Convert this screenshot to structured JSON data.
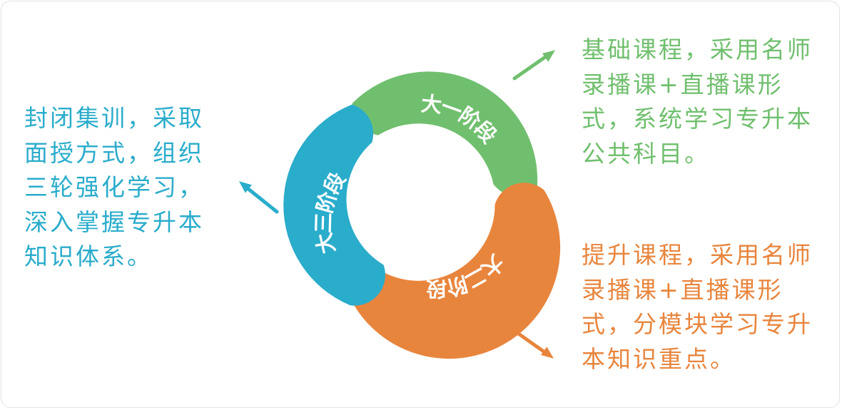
{
  "colors": {
    "stage1": "#70bf6e",
    "stage2": "#e8853d",
    "stage3": "#2aaccb",
    "label_text": "#ffffff",
    "frame_border": "#e3e3e3"
  },
  "stages": [
    {
      "label": "大一阶段",
      "color": "#70bf6e",
      "description": "基础课程，采用名师录播课+直播课形式，系统学习专升本公共科目。"
    },
    {
      "label": "大二阶段",
      "color": "#e8853d",
      "description": "提升课程，采用名师录播课+直播课形式，分模块学习专升本知识重点。"
    },
    {
      "label": "大三阶段",
      "color": "#2aaccb",
      "description": "封闭集训，采取面授方式，组织三轮强化学习，深入掌握专升本知识体系。"
    }
  ],
  "icons": [
    "arrow-icon",
    "arrow-icon",
    "arrow-icon"
  ]
}
